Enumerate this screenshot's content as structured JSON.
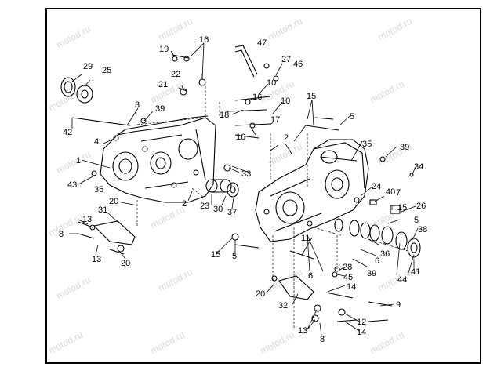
{
  "watermark": "motod.ru",
  "callouts": {
    "c1": "1",
    "c2": "2",
    "c2b": "2",
    "c3": "3",
    "c4": "4",
    "c5": "5",
    "c5b": "5",
    "c5c": "5",
    "c6": "6",
    "c6b": "6",
    "c7": "7",
    "c8": "8",
    "c8b": "8",
    "c9": "9",
    "c10": "10",
    "c10b": "10",
    "c11": "11",
    "c12": "12",
    "c13": "13",
    "c13b": "13",
    "c13c": "13",
    "c14": "14",
    "c14b": "14",
    "c15": "15",
    "c15b": "15",
    "c15c": "15",
    "c16": "16",
    "c16b": "16",
    "c16c": "16",
    "c17": "17",
    "c18": "18",
    "c19": "19",
    "c20": "20",
    "c20b": "20",
    "c20c": "20",
    "c21": "21",
    "c22": "22",
    "c23": "23",
    "c24": "24",
    "c25": "25",
    "c26": "26",
    "c27": "27",
    "c28": "28",
    "c29": "29",
    "c30": "30",
    "c31": "31",
    "c32": "32",
    "c33": "33",
    "c34": "34",
    "c35": "35",
    "c35b": "35",
    "c36": "36",
    "c37": "37",
    "c38": "38",
    "c39": "39",
    "c39b": "39",
    "c39c": "39",
    "c40": "40",
    "c41": "41",
    "c42": "42",
    "c43": "43",
    "c44": "44",
    "c45": "45",
    "c46": "46",
    "c47": "47"
  }
}
